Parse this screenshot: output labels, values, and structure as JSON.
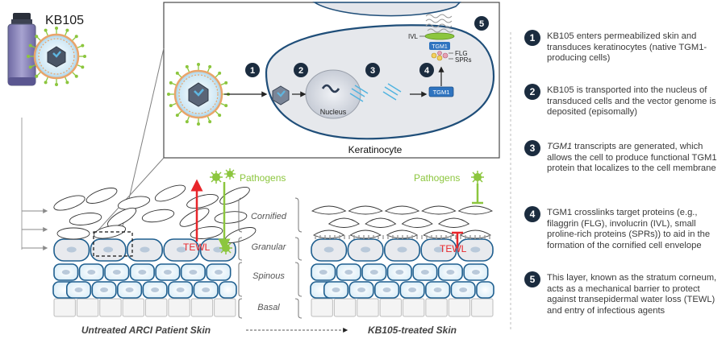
{
  "product_label": "KB105",
  "keratinocyte_box": {
    "title": "Keratinocyte",
    "nucleus_label": "Nucleus",
    "protein_label": "TGM1",
    "ivl_label": "IVL",
    "flg_label": "FLG",
    "sprs_label": "SPRs",
    "protein_label_envelope": "TGM1"
  },
  "step_numbers": [
    "1",
    "2",
    "3",
    "4",
    "5"
  ],
  "layers": [
    "Cornified",
    "Granular",
    "Spinous",
    "Basal"
  ],
  "pathogens_label": "Pathogens",
  "tewl_label": "TEWL",
  "captions": {
    "untreated": "Untreated ARCI Patient Skin",
    "treated": "KB105-treated Skin"
  },
  "steps": [
    {
      "number": "1",
      "text": "KB105 enters permeabilized skin and transduces keratinocytes (native TGM1-producing cells)"
    },
    {
      "number": "2",
      "text": "KB105 is transported into the nucleus of transduced cells and the vector genome is deposited (episomally)"
    },
    {
      "number": "3",
      "text_italic": "TGM1",
      "text": " transcripts are generated, which allows the cell to produce functional TGM1 protein that localizes to the cell membrane"
    },
    {
      "number": "4",
      "text": "TGM1 crosslinks target proteins (e.g., filaggrin (FLG), involucrin (IVL), small proline-rich proteins (SPRs)) to aid in the formation of the cornified cell envelope"
    },
    {
      "number": "5",
      "text": "This layer, known as the stratum corneum, acts as a mechanical barrier to protect against transepidermal water loss (TEWL) and entry of infectious agents"
    }
  ],
  "colors": {
    "navy": "#1b2c3f",
    "green": "#8cc63e",
    "red": "#e8262b",
    "cell_blue": "#1f5f8f",
    "vial_purple": "#8a85b8"
  }
}
